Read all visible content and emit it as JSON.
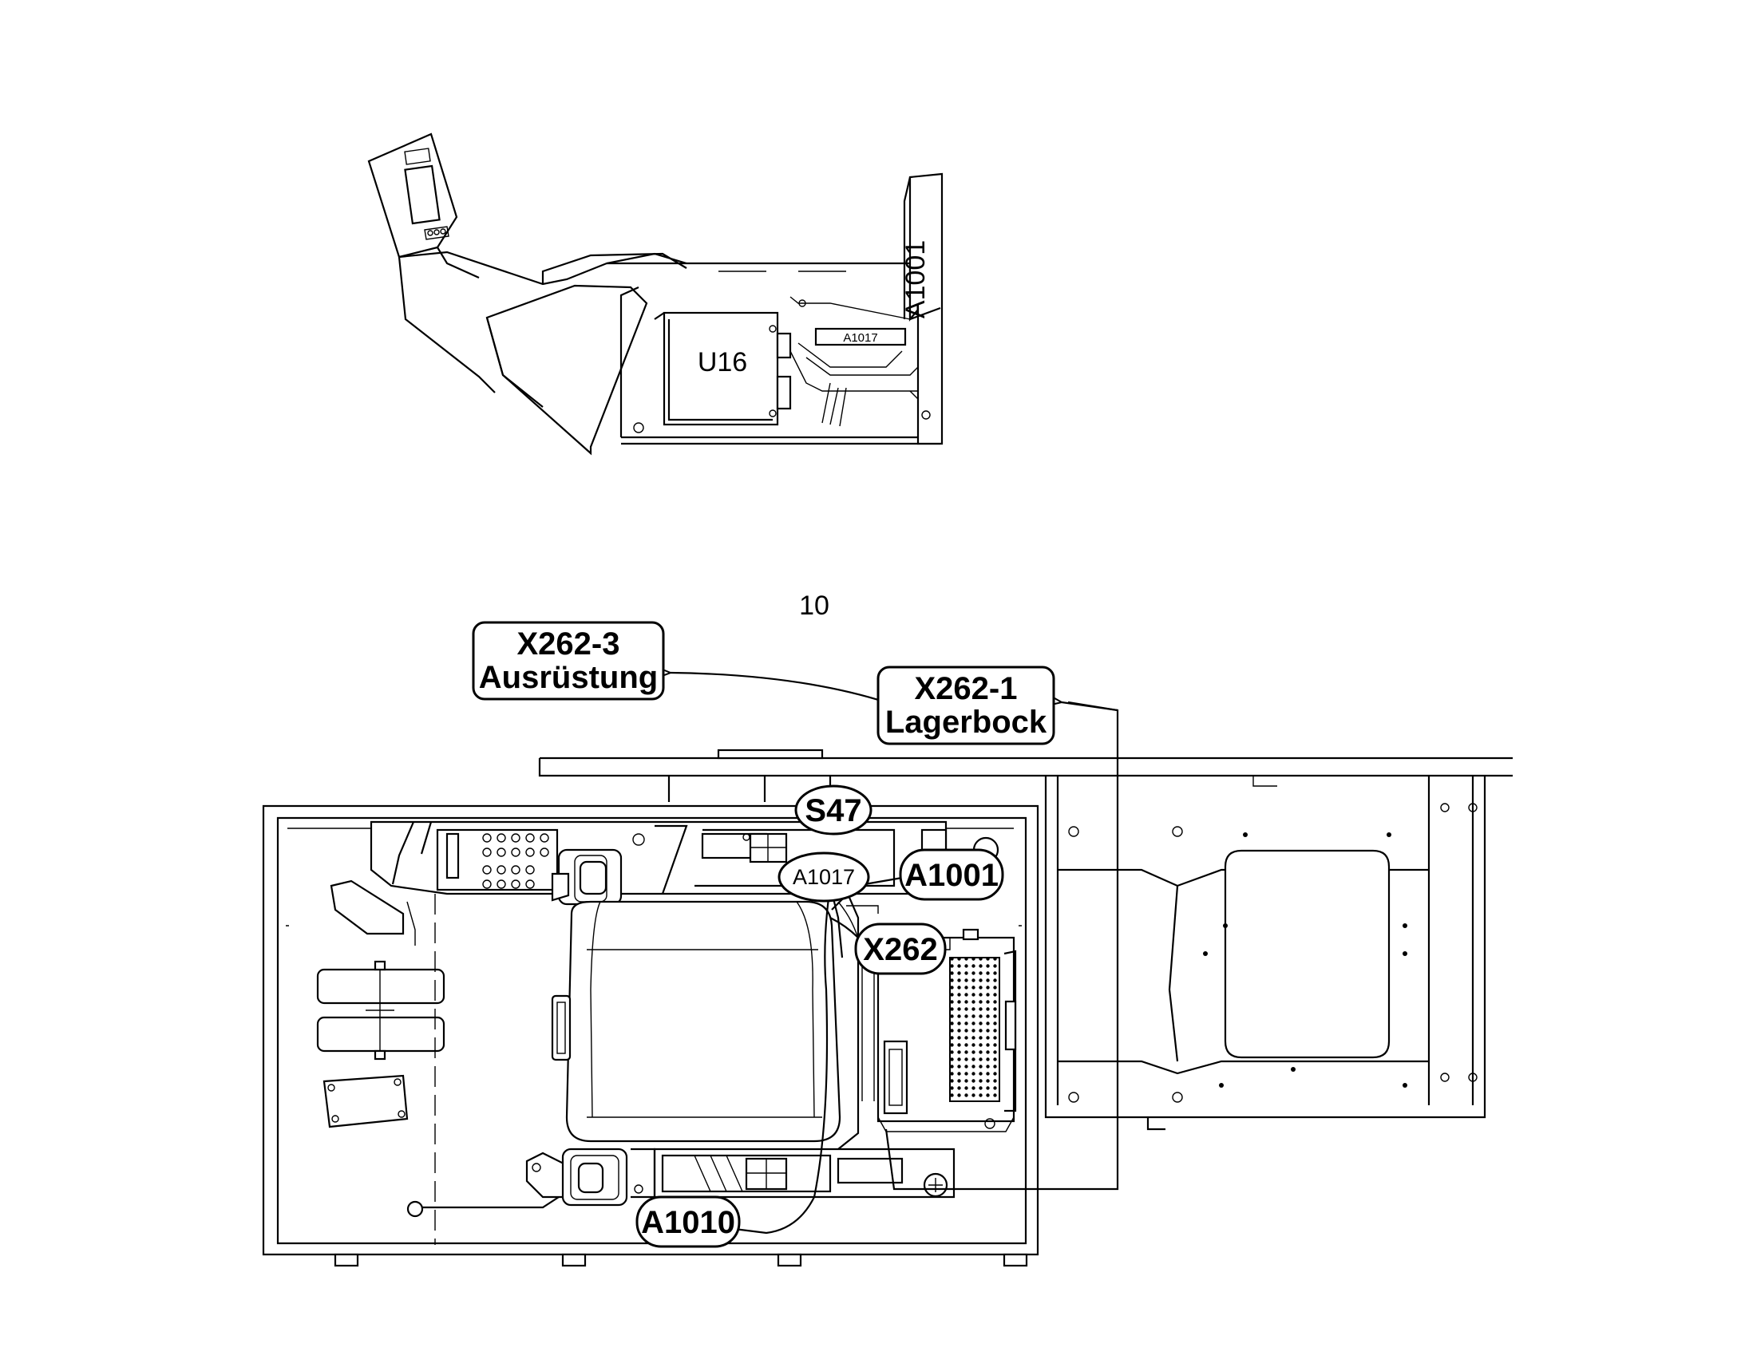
{
  "figure_number": "10",
  "top_view": {
    "labels": {
      "module": "U16",
      "board": "A1017",
      "panel": "A1001"
    }
  },
  "bottom_view": {
    "callouts": {
      "x262_3": {
        "line1": "X262-3",
        "line2": "Ausrüstung"
      },
      "x262_1": {
        "line1": "X262-1",
        "line2": "Lagerbock"
      },
      "s47": "S47",
      "a1017": "A1017",
      "a1001": "A1001",
      "x262": "X262",
      "a1010": "A1010"
    }
  },
  "colors": {
    "line": "#000000",
    "background": "#ffffff"
  }
}
